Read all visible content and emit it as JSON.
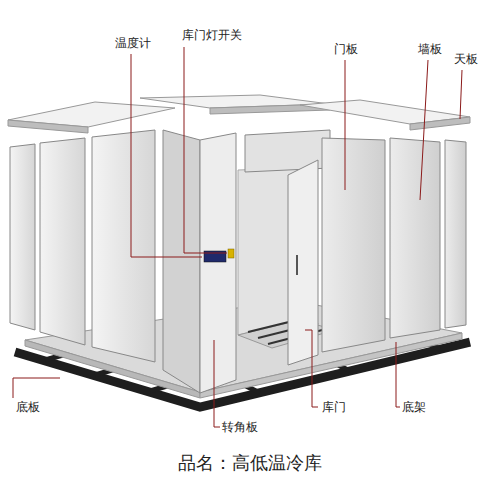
{
  "diagram": {
    "caption": "品名：高低温冷库",
    "labels": [
      "温度计",
      "库门灯开关",
      "门板",
      "墙板",
      "天板",
      "底板",
      "库门",
      "底架",
      "转角板"
    ]
  }
}
